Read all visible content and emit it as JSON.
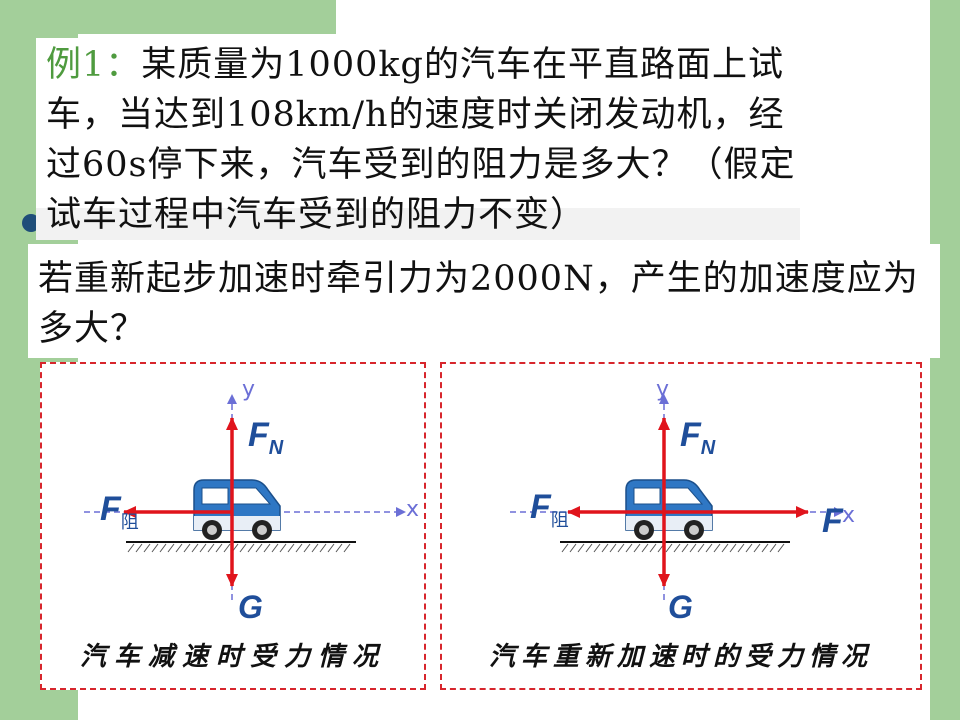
{
  "example": {
    "tag": "例1：",
    "body": "某质量为1000kg的汽车在平直路面上试车，当达到108km/h的速度时关闭发动机，经过60s停下来，汽车受到的阻力是多大？（假定试车过程中汽车受到的阻力不变）"
  },
  "question": "若重新起步加速时牵引力为2000N，产生的加速度应为多大？",
  "diagrams": [
    {
      "axis_x": "x",
      "axis_y": "y",
      "force_normal": "F",
      "force_normal_sub": "N",
      "force_gravity": "G",
      "force_resist": "F",
      "force_resist_sub": "阻",
      "caption": "汽车减速时受力情况"
    },
    {
      "axis_x": "x",
      "axis_y": "y",
      "force_normal": "F",
      "force_normal_sub": "N",
      "force_gravity": "G",
      "force_resist": "F",
      "force_resist_sub": "阻",
      "force_traction": "F",
      "caption": "汽车重新加速时的受力情况"
    }
  ],
  "colors": {
    "arrow": "#e0141c",
    "axis": "#6b6fd6",
    "label": "#1f4e9a",
    "frame": "#d7262d",
    "accent_bg": "#a3cf9a"
  }
}
